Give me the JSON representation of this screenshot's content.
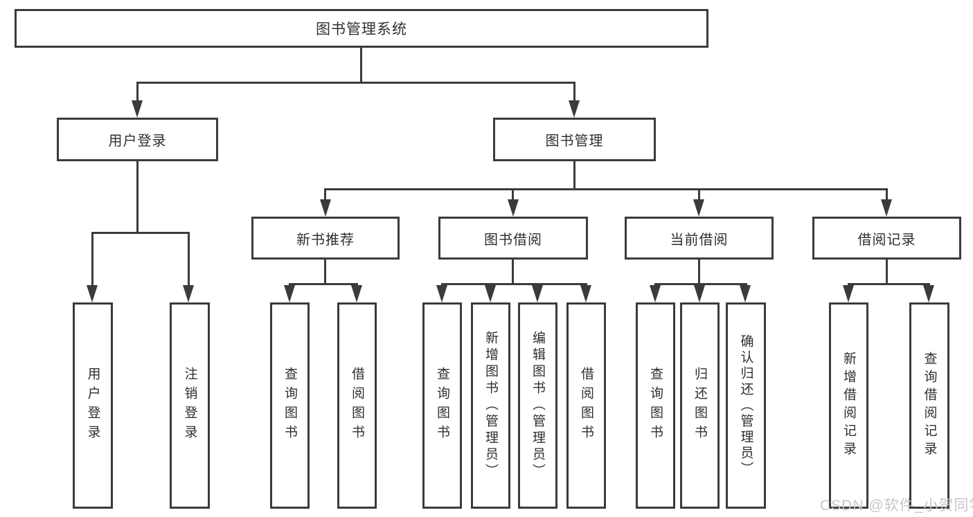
{
  "diagram": {
    "root": "图书管理系统",
    "user": {
      "label": "用户登录",
      "children": [
        "用户登录",
        "注销登录"
      ]
    },
    "mgmt": {
      "label": "图书管理"
    },
    "recommend": {
      "label": "新书推荐",
      "children": [
        "查询图书",
        "借阅图书"
      ]
    },
    "borrow": {
      "label": "图书借阅",
      "children": [
        "查询图书",
        "新增图书（管理员）",
        "编辑图书（管理员）",
        "借阅图书"
      ]
    },
    "current": {
      "label": "当前借阅",
      "children": [
        "查询图书",
        "归还图书",
        "确认归还（管理员）"
      ]
    },
    "records": {
      "label": "借阅记录",
      "children": [
        "新增借阅记录",
        "查询借阅记录"
      ]
    }
  },
  "watermark": "CSDN @软件_小贺同学",
  "colors": {
    "line": "#3b3b3b",
    "text": "#2f2f2f",
    "watermark": "#c6c6c6",
    "background": "#ffffff"
  }
}
